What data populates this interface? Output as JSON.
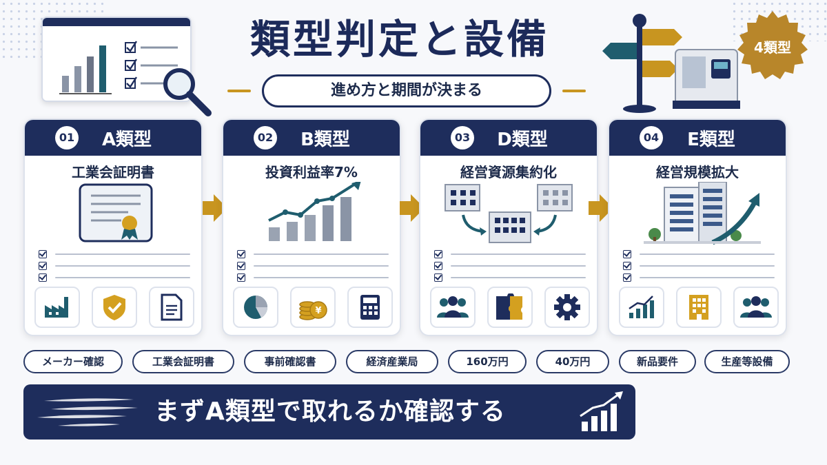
{
  "header": {
    "title": "類型判定と設備",
    "subtitle": "進め方と期間が決まる",
    "badge": "4類型"
  },
  "cards": [
    {
      "num": "01",
      "type": "A類型",
      "subtitle": "工業会証明書"
    },
    {
      "num": "02",
      "type": "B類型",
      "subtitle": "投資利益率7%"
    },
    {
      "num": "03",
      "type": "D類型",
      "subtitle": "経営資源集約化"
    },
    {
      "num": "04",
      "type": "E類型",
      "subtitle": "経営規模拡大"
    }
  ],
  "tags": [
    "メーカー確認",
    "工業会証明書",
    "事前確認書",
    "経済産業局",
    "160万円",
    "40万円",
    "新品要件",
    "生産等設備"
  ],
  "banner": "まずA類型で取れるか確認する",
  "colors": {
    "navy": "#1e2d5c",
    "gold": "#c89520",
    "teal": "#1f5d6e"
  }
}
